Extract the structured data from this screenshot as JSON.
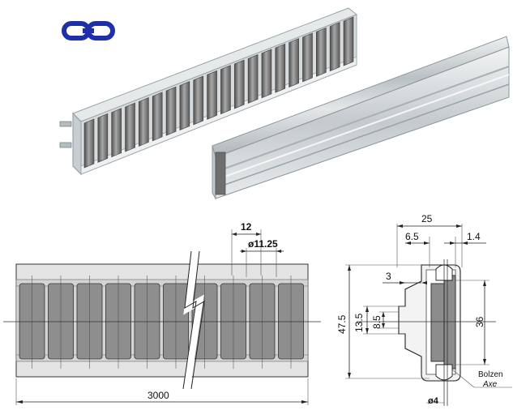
{
  "logo": {
    "name": "chain-link-logo",
    "color": "#1f2fa8"
  },
  "colors": {
    "roller": "#8c8c8c",
    "roller_dark": "#5e5e5e",
    "profile": "#d9dde0",
    "profile_dark": "#9aa3a8"
  },
  "drawing_front": {
    "pitch": "12",
    "roller_diameter": "ø11.25",
    "length": "3000"
  },
  "drawing_section": {
    "width": "25",
    "wall_left": "6.5",
    "wall_right": "1.4",
    "step": "3",
    "height": "47.5",
    "inner_height": "13.5",
    "slot_height": "8.5",
    "roller_height": "36",
    "axle_diameter": "ø4",
    "axle_label": "Bolzen",
    "axle_label_fr": "Axe"
  }
}
